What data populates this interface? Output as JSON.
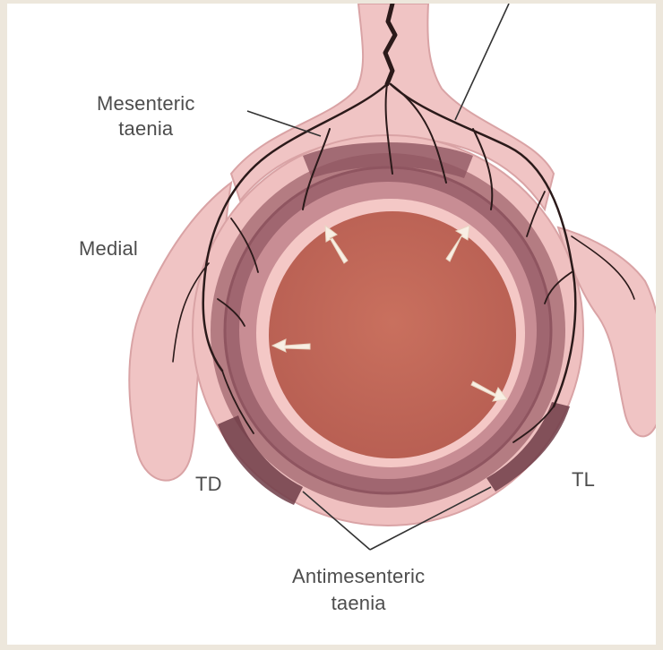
{
  "labels": {
    "mesenteric_taenia": [
      "Mesenteric",
      "taenia"
    ],
    "medial": "Medial",
    "td": "TD",
    "tl": "TL",
    "antimesenteric_taenia": [
      "Antimesenteric",
      "taenia"
    ]
  },
  "colors": {
    "background": "#ede7dc",
    "panel": "#ffffff",
    "mesentery": "#f0c4c4",
    "muscle_outer": "#b47c82",
    "muscle_dark": "#8f5560",
    "submucosa": "#f4c8c6",
    "lumen": "#c26758",
    "vessel": "#2b1a1a",
    "arrow": "#f8efe4"
  }
}
